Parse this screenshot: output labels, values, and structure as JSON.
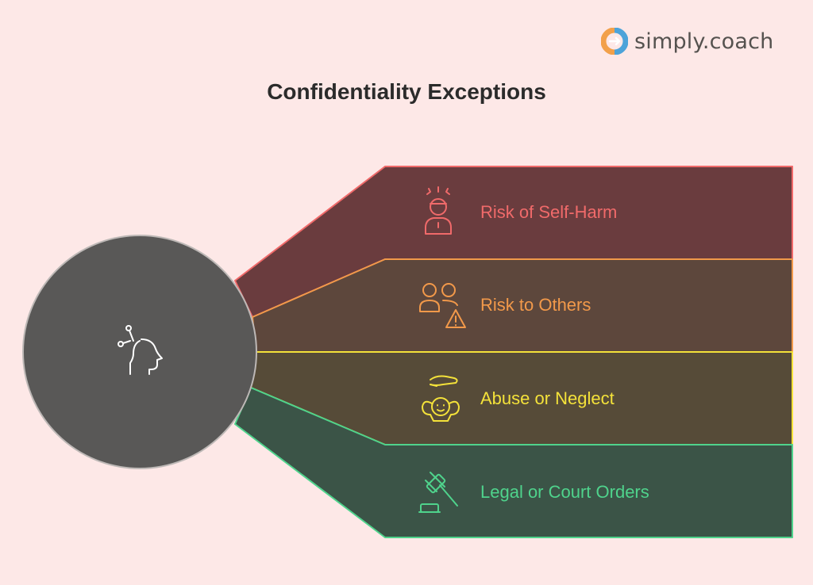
{
  "brand": {
    "name": "simply.coach",
    "logo_icon": "simply-coach-logo"
  },
  "title": "Confidentiality Exceptions",
  "center": {
    "icon": "head-ideas-icon"
  },
  "exceptions": [
    {
      "label": "Risk of Self-Harm",
      "icon": "stressed-person-icon",
      "color": "#f06a6a",
      "fill": "#6a3c3e"
    },
    {
      "label": "Risk to Others",
      "icon": "people-warning-icon",
      "color": "#f2994a",
      "fill": "#5d473c"
    },
    {
      "label": "Abuse or Neglect",
      "icon": "protected-child-icon",
      "color": "#f4e23a",
      "fill": "#564b38"
    },
    {
      "label": "Legal or Court Orders",
      "icon": "gavel-icon",
      "color": "#4fd38c",
      "fill": "#3b5447"
    }
  ]
}
